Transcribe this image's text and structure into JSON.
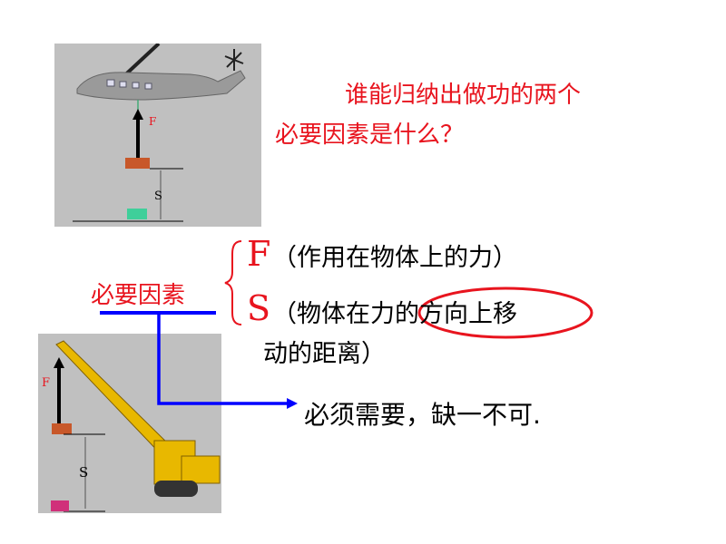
{
  "question": {
    "line1": "谁能归纳出做功的两个",
    "line2": "必要因素是什么？"
  },
  "factors": {
    "label": "必要因素",
    "f_symbol": "F",
    "f_text": "（作用在物体上的力）",
    "s_symbol": "S",
    "s_text_line1": "（物体在力的方向上移",
    "s_text_line2": "动的距离）"
  },
  "conclusion": "必须需要，缺一不可.",
  "figures": {
    "helicopter": {
      "force_label": "F",
      "distance_label": "S"
    },
    "crane": {
      "force_label": "F",
      "distance_label": "S"
    }
  },
  "colors": {
    "accent": "#e8141e",
    "line": "#0000ff",
    "panel": "#c0c0c0"
  }
}
